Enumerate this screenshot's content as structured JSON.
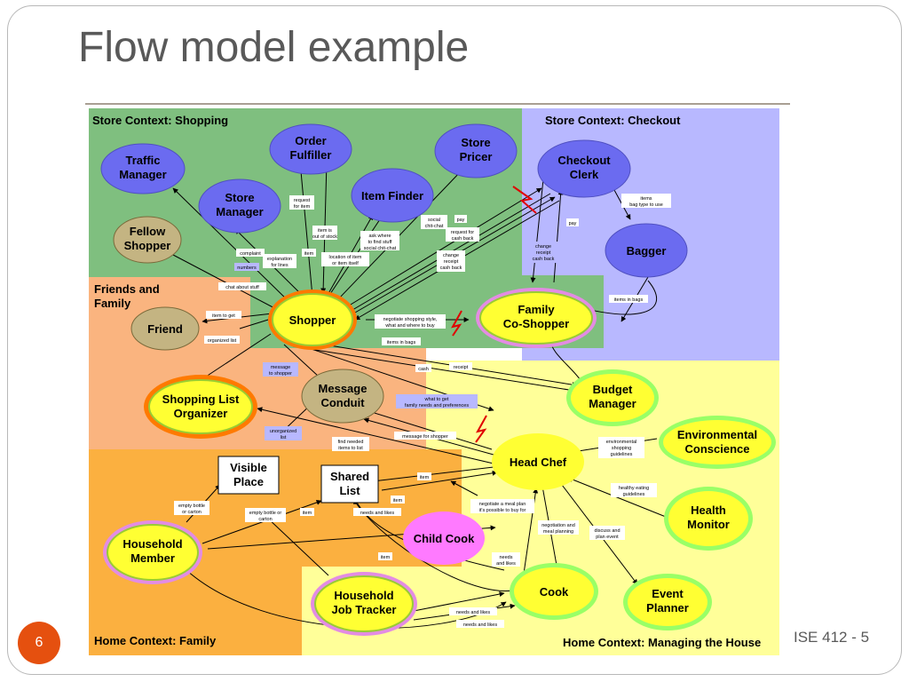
{
  "slide": {
    "title": "Flow model example",
    "number": "6",
    "footer": "ISE 412 - 5"
  },
  "contexts": {
    "shopping": "Store Context: Shopping",
    "checkout": "Store Context: Checkout",
    "friends_line1": "Friends and",
    "friends_line2": "Family",
    "home_family": "Home Context: Family",
    "managing_house": "Home Context: Managing the House"
  },
  "nodes": {
    "traffic_manager": [
      "Traffic",
      "Manager"
    ],
    "order_fulfiller": [
      "Order",
      "Fulfiller"
    ],
    "store_pricer": [
      "Store",
      "Pricer"
    ],
    "checkout_clerk": [
      "Checkout",
      "Clerk"
    ],
    "store_manager": [
      "Store",
      "Manager"
    ],
    "item_finder": [
      "Item Finder"
    ],
    "fellow_shopper": [
      "Fellow",
      "Shopper"
    ],
    "bagger": [
      "Bagger"
    ],
    "friend": [
      "Friend"
    ],
    "shopper": [
      "Shopper"
    ],
    "family_coshopper": [
      "Family",
      "Co-Shopper"
    ],
    "message_conduit": [
      "Message",
      "Conduit"
    ],
    "shopping_list_organizer": [
      "Shopping List",
      "Organizer"
    ],
    "budget_manager": [
      "Budget",
      "Manager"
    ],
    "environmental_conscience": [
      "Environmental",
      "Conscience"
    ],
    "head_chef": [
      "Head Chef"
    ],
    "visible_place": [
      "Visible",
      "Place"
    ],
    "shared_list": [
      "Shared",
      "List"
    ],
    "health_monitor": [
      "Health",
      "Monitor"
    ],
    "household_member": [
      "Household",
      "Member"
    ],
    "child_cook": [
      "Child Cook"
    ],
    "cook": [
      "Cook"
    ],
    "event_planner": [
      "Event",
      "Planner"
    ],
    "household_job_tracker": [
      "Household",
      "Job Tracker"
    ]
  },
  "flows": {
    "request_item": [
      "request",
      "for item"
    ],
    "item_out_of_stock": [
      "item is",
      "out of stock"
    ],
    "ask_where": [
      "ask where",
      "to find stuff",
      "social chit-chat"
    ],
    "social_chitchat": [
      "social",
      "chit-chat"
    ],
    "pay": [
      "pay"
    ],
    "request_cash_back": [
      "request for",
      "cash back"
    ],
    "change_receipt_cashback": [
      "change",
      "receipt",
      "cash back"
    ],
    "items_bag_type": [
      "items",
      "bag type to use"
    ],
    "pay_clerk": [
      "pay"
    ],
    "change_receipt_cashback_2": [
      "change",
      "receipt",
      "cash back"
    ],
    "complaint": [
      "complaint"
    ],
    "numbers": [
      "numbers"
    ],
    "explanation": [
      "explanation",
      "for lines"
    ],
    "item": [
      "item"
    ],
    "location_of_item": [
      "location of item",
      "or item itself"
    ],
    "chat_about_stuff": [
      "chat about stuff"
    ],
    "items_in_bags": [
      "items in bags"
    ],
    "item_to_get": [
      "item to get"
    ],
    "negotiate_style": [
      "negotiate shopping style,",
      "what and where to buy"
    ],
    "organized_list": [
      "organized list"
    ],
    "items_in_bags_2": [
      "items in bags"
    ],
    "cash": [
      "cash"
    ],
    "receipt": [
      "receipt"
    ],
    "message_to_shopper": [
      "message",
      "to shopper"
    ],
    "what_to_get": [
      "what to get",
      "family needs and preferences"
    ],
    "unorganized_list": [
      "unorganized",
      "list"
    ],
    "find_needed_items": [
      "find needed",
      "items to list"
    ],
    "message_for_shopper": [
      "message for shopper"
    ],
    "environmental_guidelines": [
      "environmental",
      "shopping",
      "guidelines"
    ],
    "item_head": [
      "item"
    ],
    "healthy_eating": [
      "healthy eating",
      "guidelines"
    ],
    "empty_bottle": [
      "empty bottle",
      "or carton"
    ],
    "empty_bottle_2": [
      "empty bottle or",
      "carton"
    ],
    "item_hm": [
      "item"
    ],
    "item_child": [
      "item"
    ],
    "negotiate_meal": [
      "negotiate a meal plan",
      "it's possible to buy for"
    ],
    "needs_and_likes": [
      "needs and likes"
    ],
    "negotiation_meal_planning": [
      "negotiation and",
      "meal planning"
    ],
    "discuss_plan_event": [
      "discuss and",
      "plan event"
    ],
    "item_cook": [
      "item"
    ],
    "needs_likes_cook": [
      "needs",
      "and likes"
    ],
    "needs_likes_job1": [
      "needs and likes"
    ],
    "needs_likes_job2": [
      "needs and likes"
    ]
  }
}
